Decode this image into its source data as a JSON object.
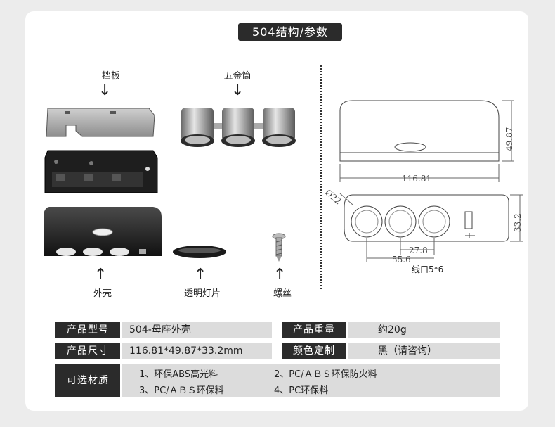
{
  "title": "504结构/参数",
  "parts": {
    "baffle": "挡板",
    "metal_tube": "五金筒",
    "shell": "外壳",
    "lamp": "透明灯片",
    "screw": "螺丝"
  },
  "drawing": {
    "width": "116.81",
    "height": "49.87",
    "depth": "33.2",
    "diameter": "Ø22",
    "pitch": "27.8",
    "span": "55.6",
    "usb_note": "线口5*6"
  },
  "specs": {
    "model_key": "产品型号",
    "model_val": "504-母座外壳",
    "weight_key": "产品重量",
    "weight_val": "约20g",
    "size_key": "产品尺寸",
    "size_val": "116.81*49.87*33.2mm",
    "color_key": "颜色定制",
    "color_val": "黑（请咨询）",
    "material_key": "可选材质",
    "materials": [
      "1、环保ABS高光料",
      "2、PC/ＡＢＳ环保防火料",
      "3、PC/ＡＢＳ环保料",
      "4、PC环保料"
    ]
  }
}
